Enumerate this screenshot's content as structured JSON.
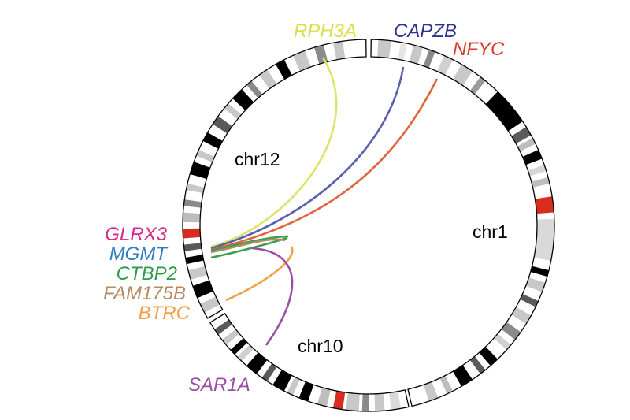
{
  "chromosomes": [
    {
      "name": "chr1"
    },
    {
      "name": "chr12"
    },
    {
      "name": "chr10"
    }
  ],
  "genes": [
    {
      "name": "RPH3A",
      "color": "#d9e04a"
    },
    {
      "name": "CAPZB",
      "color": "#2e3192"
    },
    {
      "name": "NFYC",
      "color": "#d93a2b"
    },
    {
      "name": "GLRX3",
      "color": "#d6278b"
    },
    {
      "name": "MGMT",
      "color": "#2f7dc1"
    },
    {
      "name": "CTBP2",
      "color": "#2e9a4a"
    },
    {
      "name": "FAM175B",
      "color": "#b58a62"
    },
    {
      "name": "BTRC",
      "color": "#f0a04b"
    },
    {
      "name": "SAR1A",
      "color": "#9b4fa3"
    }
  ],
  "links": [
    {
      "from": "RPH3A",
      "to": "GLRX3",
      "color": "#dfe36a"
    },
    {
      "from": "CAPZB",
      "to": "GLRX3",
      "color": "#5a5fae"
    },
    {
      "from": "NFYC",
      "to": "GLRX3",
      "color": "#e0643c"
    },
    {
      "from": "CTBP2",
      "to": "FAM175B",
      "color": "#3c9e4e"
    },
    {
      "from": "CTBP2",
      "to": "MGMT",
      "color": "#3c9e4e"
    },
    {
      "from": "BTRC",
      "to": "FAM175B",
      "color": "#f0a04b"
    },
    {
      "from": "SAR1A",
      "to": "FAM175B",
      "color": "#9b4fa3"
    },
    {
      "from": "FAM175B",
      "to": "CTBP2",
      "color": "#b58a62"
    }
  ]
}
